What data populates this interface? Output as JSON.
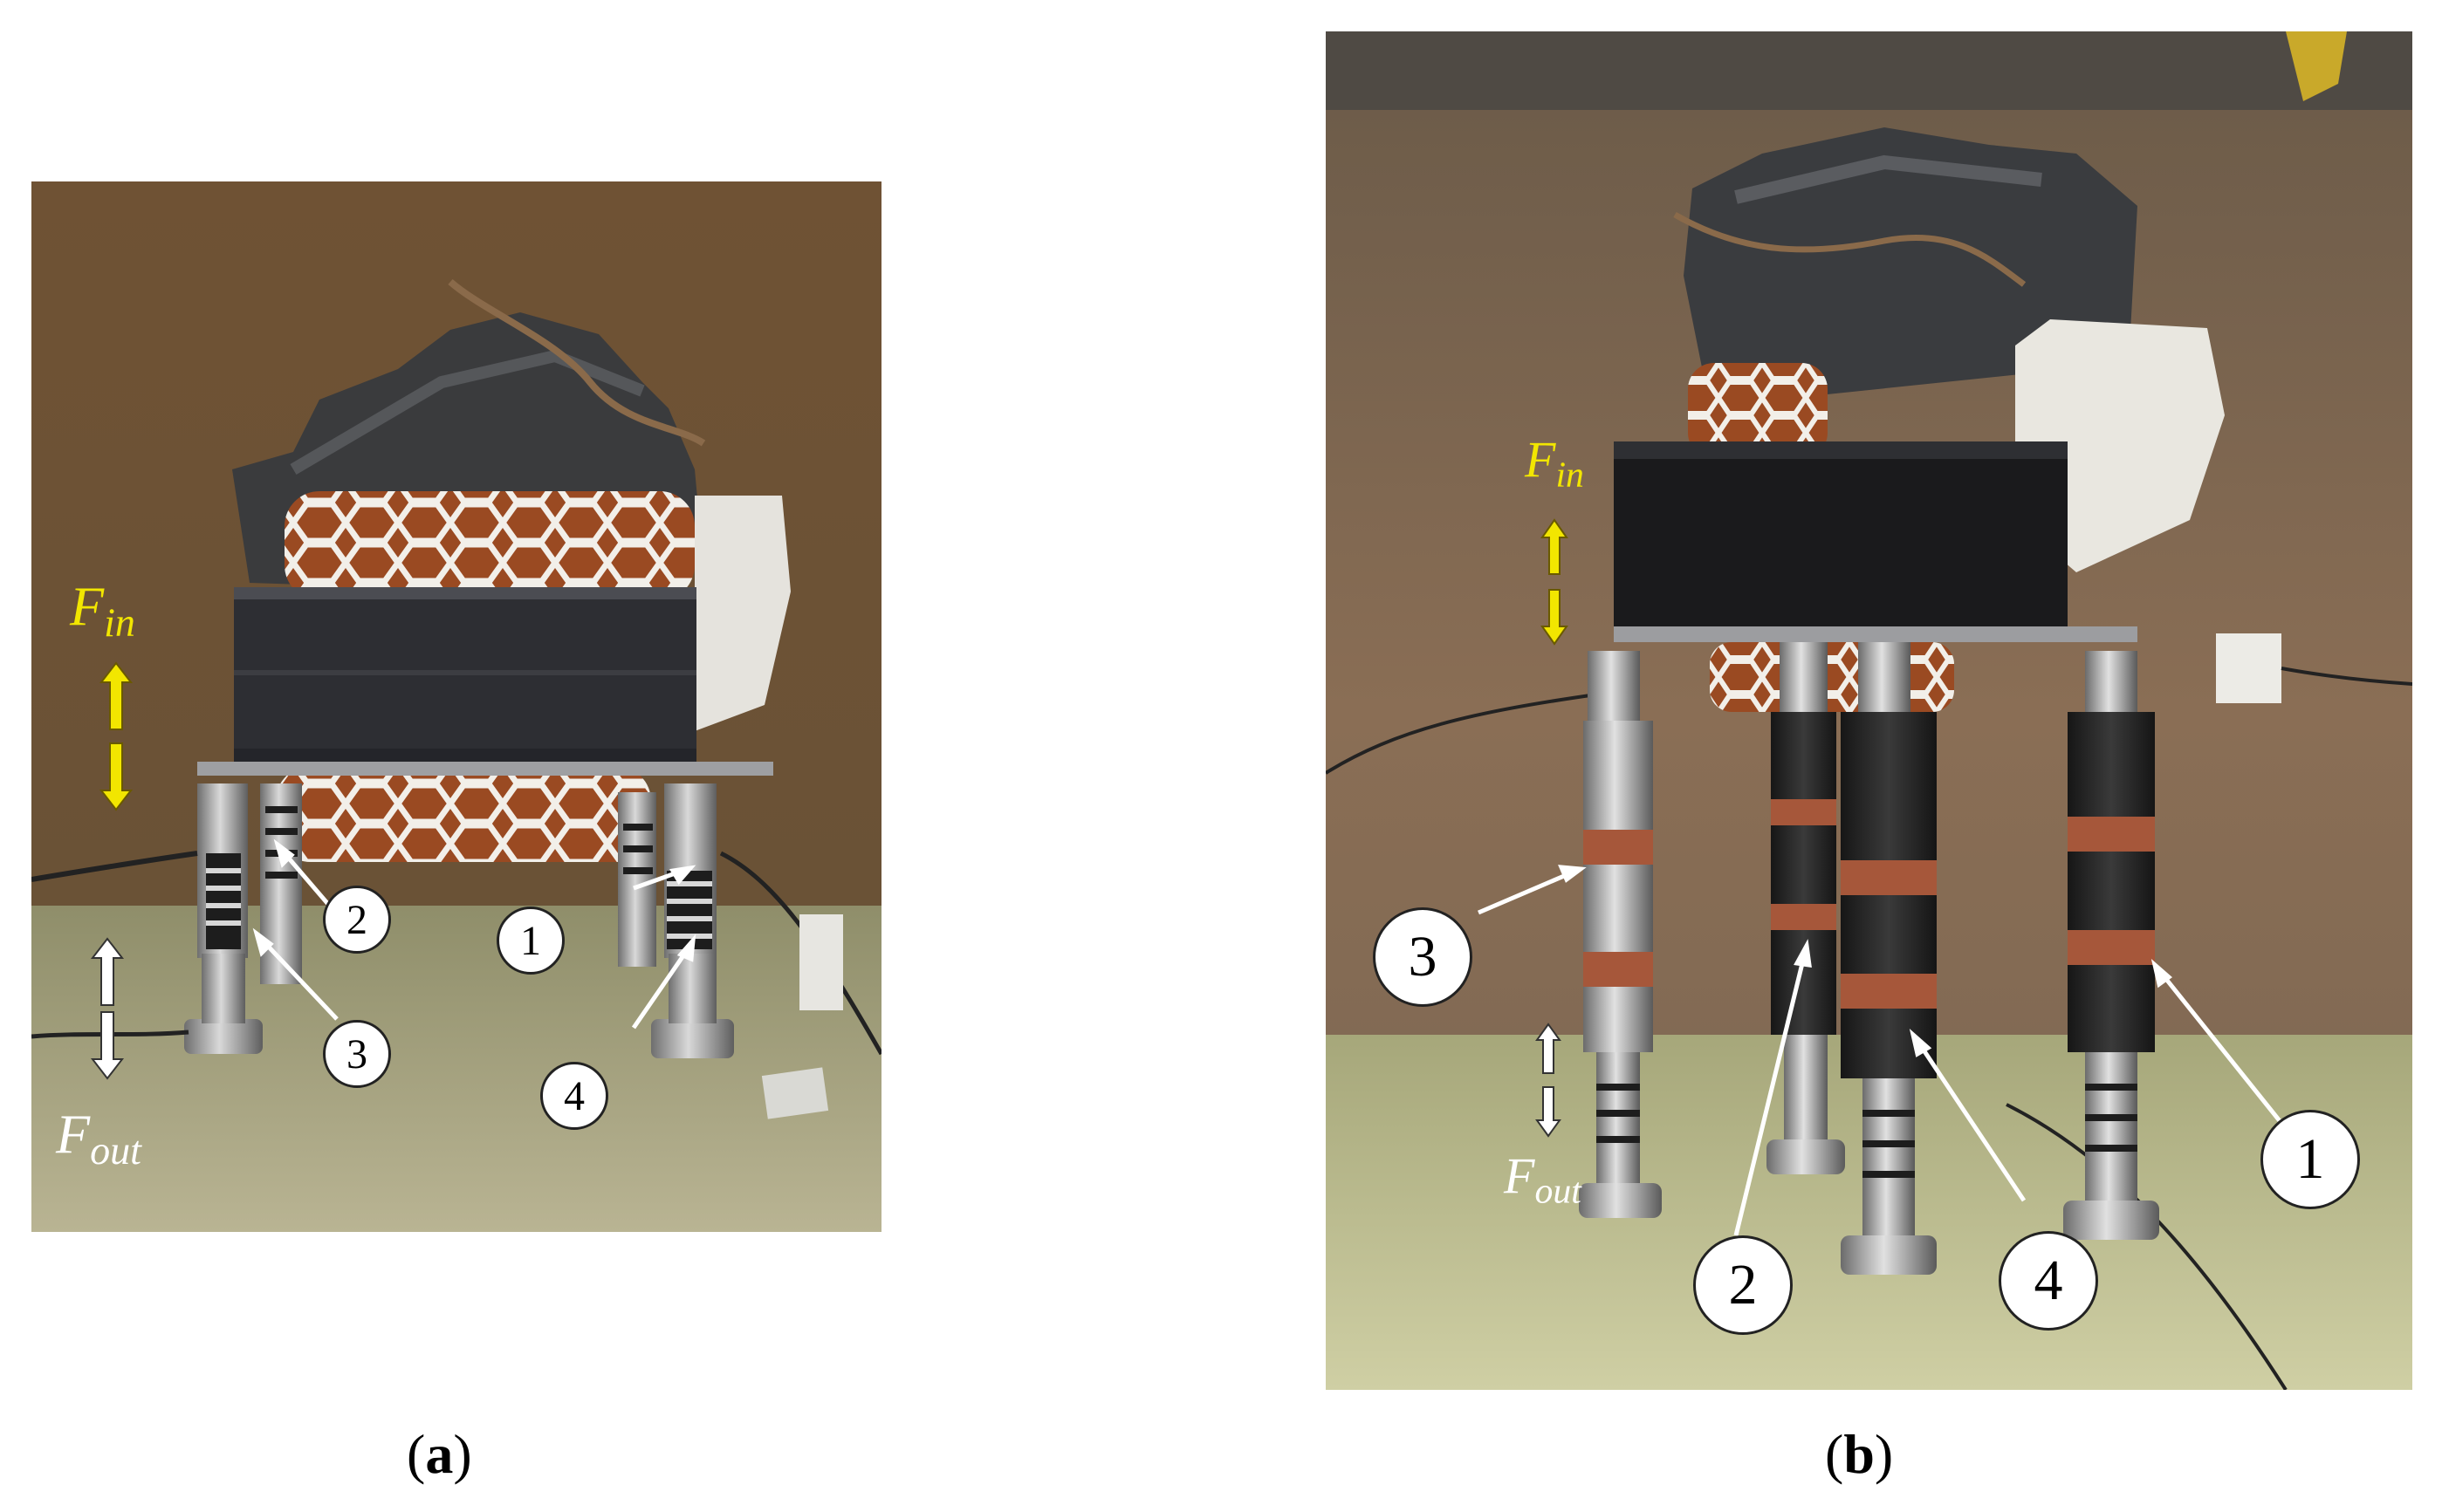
{
  "panel_a": {
    "caption_open": "(",
    "caption_letter": "a",
    "caption_close": ")",
    "force_in": {
      "symbol": "F",
      "subscript": "in",
      "color": "#f2e600"
    },
    "force_out": {
      "symbol": "F",
      "subscript": "out",
      "color": "#ffffff"
    },
    "callouts": [
      "1",
      "2",
      "3",
      "4"
    ]
  },
  "panel_b": {
    "caption_open": "(",
    "caption_letter": "b",
    "caption_close": ")",
    "force_in": {
      "symbol": "F",
      "subscript": "in",
      "color": "#f2e600"
    },
    "force_out": {
      "symbol": "F",
      "subscript": "out",
      "color": "#ffffff"
    },
    "callouts": [
      "1",
      "2",
      "3",
      "4"
    ]
  }
}
